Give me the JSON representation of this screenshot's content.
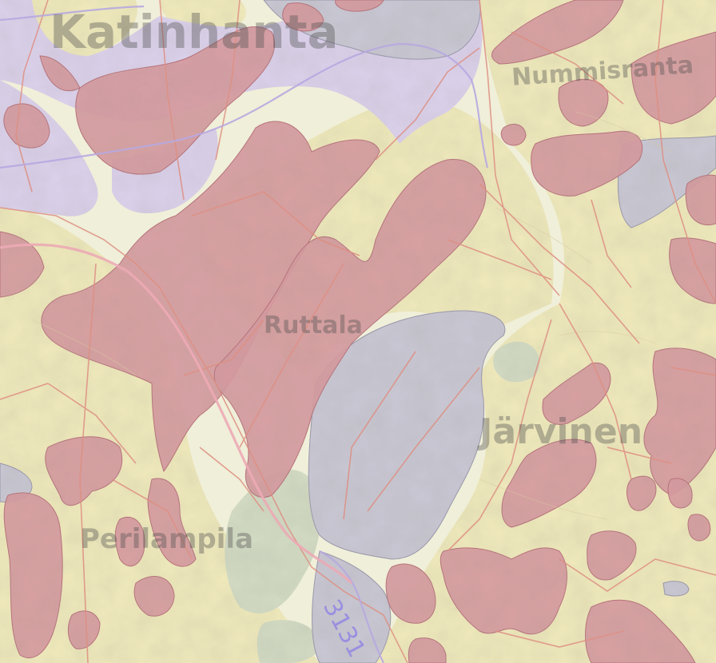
{
  "map": {
    "place_labels": {
      "katinhanta": "Katinhanta",
      "nummisranta": "Nummisranta",
      "ruttala": "Ruttala",
      "jarvinen": "Järvinen",
      "perilampila": "Perilampila"
    },
    "road_label": "3131",
    "colors": {
      "background": "#f0efd9",
      "sand_plain": "#f0eabc",
      "bedrock": "#d79aa0",
      "bedrock_edge": "#b8707a",
      "clay": "#c9c8d4",
      "peat": "#d3dcc4",
      "built_area": "#dcd2ec",
      "parcel_lines": "#de8f82",
      "road_label": "#9a8fe0"
    }
  }
}
